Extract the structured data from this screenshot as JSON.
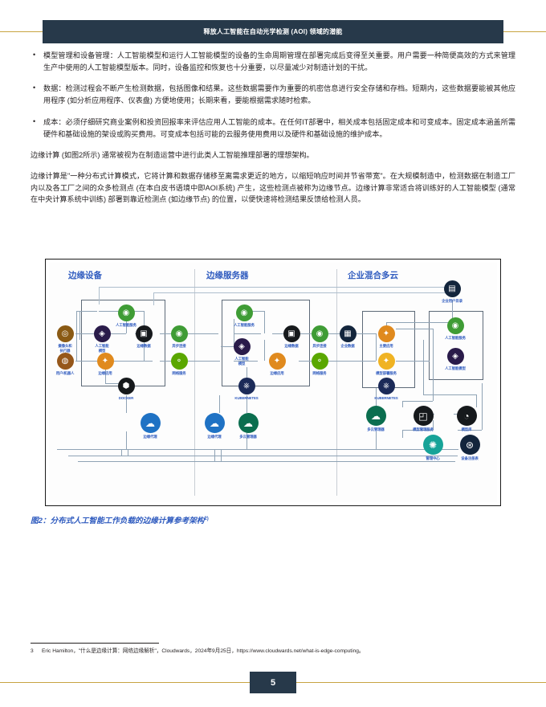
{
  "header": {
    "title": "释放人工智能在自动光学检测 (AOI) 领域的潜能"
  },
  "content": {
    "bullets": [
      "模型管理和设备管理：人工智能模型和运行人工智能模型的设备的生命周期管理在部署完成后变得至关重要。用户需要一种简便高效的方式来管理生产中使用的人工智能模型版本。同时，设备监控和恢复也十分重要，以尽量减少对制造计划的干扰。",
      "数据：检测过程会不断产生检测数据，包括图像和结果。这些数据需要作为重要的机密信息进行安全存储和存档。短期内，这些数据要能被其他应用程序 (如分析应用程序、仪表盘) 方便地使用；长期来看，要能根据需求随时检索。",
      "成本：必须仔细研究商业案例和投资回报率来评估应用人工智能的成本。在任何IT部署中，相关成本包括固定成本和可变成本。固定成本涵盖所需硬件和基础设施的架设或购买费用。可变成本包括可能的云服务使用费用以及硬件和基础设施的维护成本。"
    ],
    "paragraphs": [
      "边缘计算 (如图2所示) 通常被视为在制造运营中进行此类人工智能推理部署的理想架构。",
      "边缘计算是\"一种分布式计算模式，它将计算和数据存储移至离需求更近的地方，以缩短响应时间并节省带宽\"。在大规模制造中，检测数据在制造工厂内以及各工厂之间的众多检测点 (在本白皮书语境中即AOI系统) 产生，这些检测点被称为边缘节点。边缘计算非常适合将训练好的人工智能模型 (通常在中央计算系统中训练) 部署到靠近检测点 (如边缘节点) 的位置，以便快速将检测结果反馈给检测人员。"
    ]
  },
  "figure": {
    "columns": [
      {
        "title": "边缘设备"
      },
      {
        "title": "边缘服务器"
      },
      {
        "title": "企业混合多云"
      }
    ],
    "nodes": {
      "edge_device": [
        {
          "label": "人工智能服务",
          "icon": "ai-brain-icon",
          "glyph": "◉",
          "color": "#3f9c35"
        },
        {
          "label": "摄像头和\n执行器",
          "icon": "camera-actuator-icon",
          "glyph": "◎",
          "color": "#8a5a14"
        },
        {
          "label": "人工智能\n模型",
          "icon": "ai-model-icon",
          "glyph": "◈",
          "color": "#2a1b4a"
        },
        {
          "label": "边缘数据",
          "icon": "edge-data-icon",
          "glyph": "▣",
          "color": "#16191c"
        },
        {
          "label": "用户/机器人",
          "icon": "user-robot-icon",
          "glyph": "◍",
          "color": "#96571a"
        },
        {
          "label": "边缘应用",
          "icon": "edge-app-icon",
          "glyph": "✦",
          "color": "#e08a1e"
        },
        {
          "label": "DOCKER",
          "icon": "docker-icon",
          "glyph": "⬢",
          "color": "#16191c"
        },
        {
          "label": "边缘代理",
          "icon": "edge-agent-icon",
          "glyph": "☁",
          "color": "#1f72c4"
        }
      ],
      "middle_link": [
        {
          "label": "异步连接",
          "icon": "async-link-icon",
          "glyph": "◉",
          "color": "#3f9c35"
        },
        {
          "label": "网络服务",
          "icon": "network-service-icon",
          "glyph": "⚬",
          "color": "#5aa700"
        }
      ],
      "edge_server": [
        {
          "label": "人工智能服务",
          "icon": "ai-brain-icon",
          "glyph": "◉",
          "color": "#3f9c35"
        },
        {
          "label": "边缘数据",
          "icon": "edge-data-icon",
          "glyph": "▣",
          "color": "#16191c"
        },
        {
          "label": "人工智能\n模型",
          "icon": "ai-model-icon",
          "glyph": "◈",
          "color": "#2a1b4a"
        },
        {
          "label": "边缘应用",
          "icon": "edge-app-icon",
          "glyph": "✦",
          "color": "#e08a1e"
        },
        {
          "label": "KUBERNETES",
          "icon": "kubernetes-icon",
          "glyph": "⎈",
          "color": "#1b2a58"
        },
        {
          "label": "边缘代理",
          "icon": "edge-agent-icon",
          "glyph": "☁",
          "color": "#1f72c4"
        },
        {
          "label": "多云管理器",
          "icon": "multicloud-manager-icon",
          "glyph": "☁",
          "color": "#0b6e4f"
        }
      ],
      "server_link": [
        {
          "label": "异步连接",
          "icon": "async-link-icon",
          "glyph": "◉",
          "color": "#3f9c35"
        },
        {
          "label": "网络服务",
          "icon": "network-service-icon",
          "glyph": "⚬",
          "color": "#5aa700"
        }
      ],
      "enterprise": [
        {
          "label": "企业用户目录",
          "icon": "enterprise-directory-icon",
          "glyph": "▤",
          "color": "#13253c"
        },
        {
          "label": "企业数据",
          "icon": "enterprise-data-icon",
          "glyph": "▦",
          "color": "#13253c"
        },
        {
          "label": "主要应用",
          "icon": "main-app-icon",
          "glyph": "✦",
          "color": "#e08a1e"
        },
        {
          "label": "模型部署服务",
          "icon": "model-deploy-icon",
          "glyph": "✦",
          "color": "#f0b323"
        },
        {
          "label": "KUBERNETES",
          "icon": "kubernetes-icon",
          "glyph": "⎈",
          "color": "#1b2a58"
        },
        {
          "label": "人工智能服务",
          "icon": "ai-brain-icon",
          "glyph": "◉",
          "color": "#3f9c35"
        },
        {
          "label": "人工智能模型",
          "icon": "ai-model-icon",
          "glyph": "◈",
          "color": "#2a1b4a"
        },
        {
          "label": "多云管理器",
          "icon": "multicloud-manager-icon",
          "glyph": "☁",
          "color": "#0b6e4f"
        },
        {
          "label": "模型管理服务",
          "icon": "model-management-icon",
          "glyph": "◰",
          "color": "#16191c"
        },
        {
          "label": "模型库",
          "icon": "model-repository-icon",
          "glyph": "◔",
          "color": "#16191c"
        },
        {
          "label": "管理中心",
          "icon": "management-center-icon",
          "glyph": "✺",
          "color": "#17a398"
        },
        {
          "label": "设备注册表",
          "icon": "device-registry-icon",
          "glyph": "⊛",
          "color": "#13253c"
        }
      ]
    },
    "caption": "图2：分布式人工智能工作负载的边缘计算参考架构",
    "caption_sup": "2)"
  },
  "footnote": {
    "number": "3",
    "text": "Eric Hamilton，\"什么是边缘计算：网络边缘解析\"，Cloudwards，2024年9月25日，https://www.cloudwards.net/what-is-edge-computing。"
  },
  "footer": {
    "page_number": "5"
  },
  "colors": {
    "navy": "#27394a",
    "gold": "#c8a442",
    "accent_blue": "#2f5bbf"
  }
}
